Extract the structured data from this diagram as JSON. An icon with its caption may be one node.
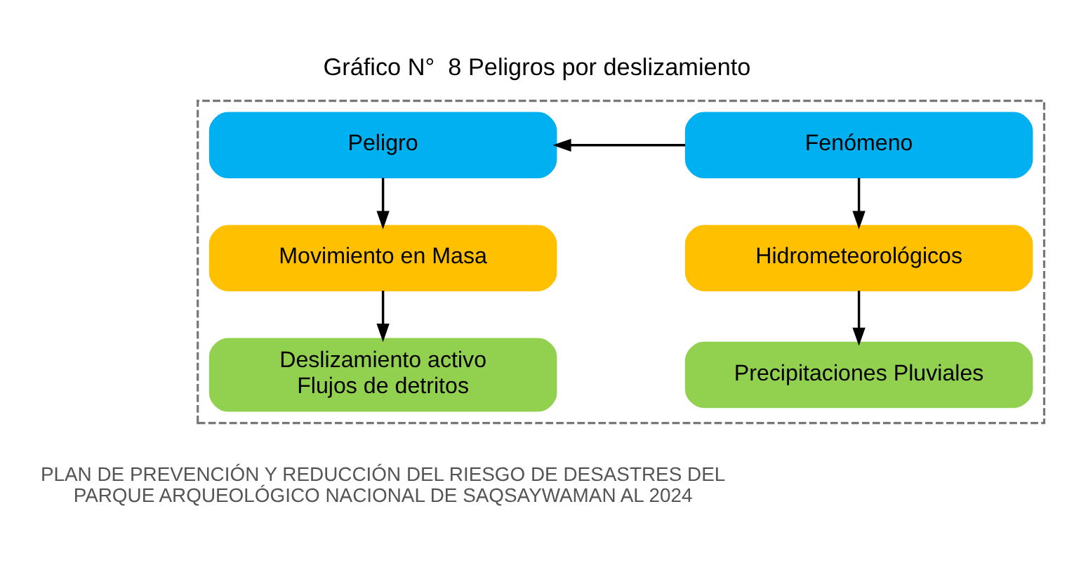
{
  "diagram": {
    "title": "Gráfico N°  8 Peligros por deslizamiento",
    "caption": "PLAN DE PREVENCIÓN Y REDUCCIÓN DEL RIESGO DE DESASTRES DEL PARQUE ARQUEOLÓGICO NACIONAL DE SAQSAYWAMAN AL 2024",
    "nodes": [
      {
        "text": [],
        "shape": "box"
      },
      {
        "text": [
          "Fenómeno"
        ],
        "in": 0
      },
      {
        "text": [
          "Peligro"
        ],
        "in": 0
      },
      {
        "text": [
          "Hidrometeorológicos"
        ],
        "in": 0
      },
      {
        "text": [
          "Movimiento en Masa"
        ],
        "in": 0
      },
      {
        "text": [
          "Precipitaciones Pluviales"
        ],
        "in": 0
      },
      {
        "text": [
          "Deslizamiento activo",
          "Flujos de detritos"
        ],
        "in": 0
      }
    ],
    "edges": [
      {
        "from": 1,
        "to": 2,
        "arrow": "to"
      },
      {
        "from": 1,
        "to": 3,
        "arrow": "to"
      },
      {
        "from": 3,
        "to": 5,
        "arrow": "to"
      },
      {
        "from": 2,
        "to": 4,
        "arrow": "to"
      },
      {
        "from": 4,
        "to": 6,
        "arrow": "to"
      }
    ]
  }
}
